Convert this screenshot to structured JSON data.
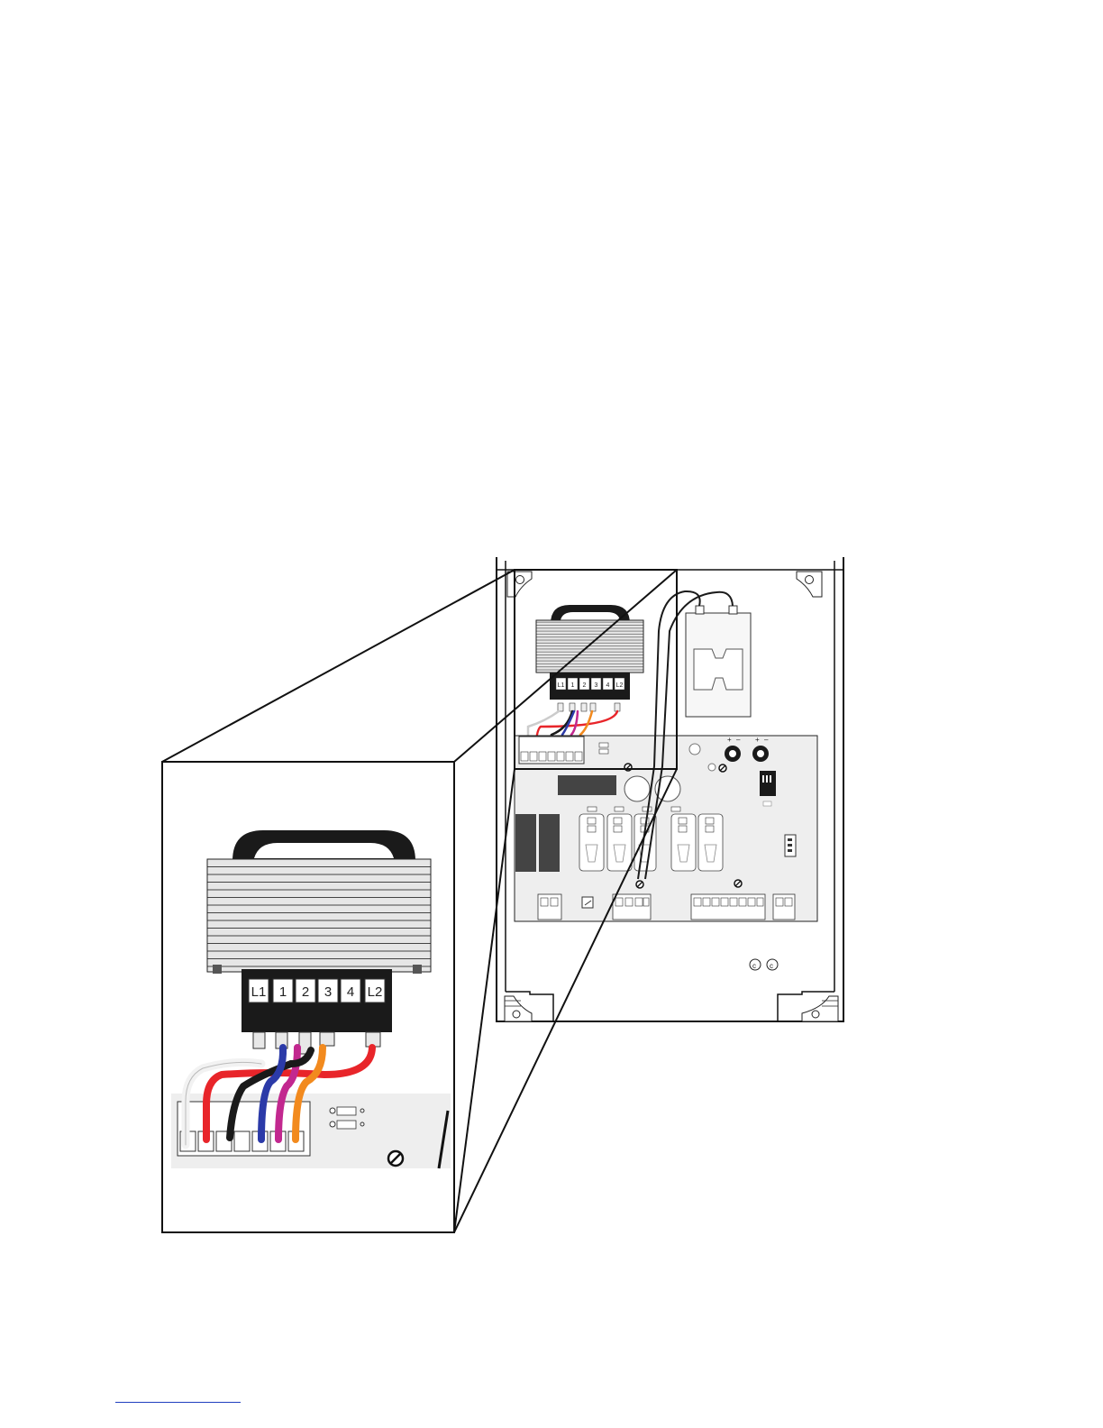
{
  "diagram": {
    "terminals": [
      "L1",
      "1",
      "2",
      "3",
      "4",
      "L2"
    ],
    "wire_colors": {
      "white": "#f2f2f2",
      "red": "#e8252a",
      "black": "#1a1a1a",
      "blue": "#2b3aa8",
      "magenta": "#c2288f",
      "orange": "#f28a1e"
    },
    "icons": [
      "transformer-icon",
      "battery-icon",
      "fuse-icon",
      "screw-icon",
      "relay-icon",
      "dip-switch-icon",
      "potentiometer-icon"
    ]
  }
}
